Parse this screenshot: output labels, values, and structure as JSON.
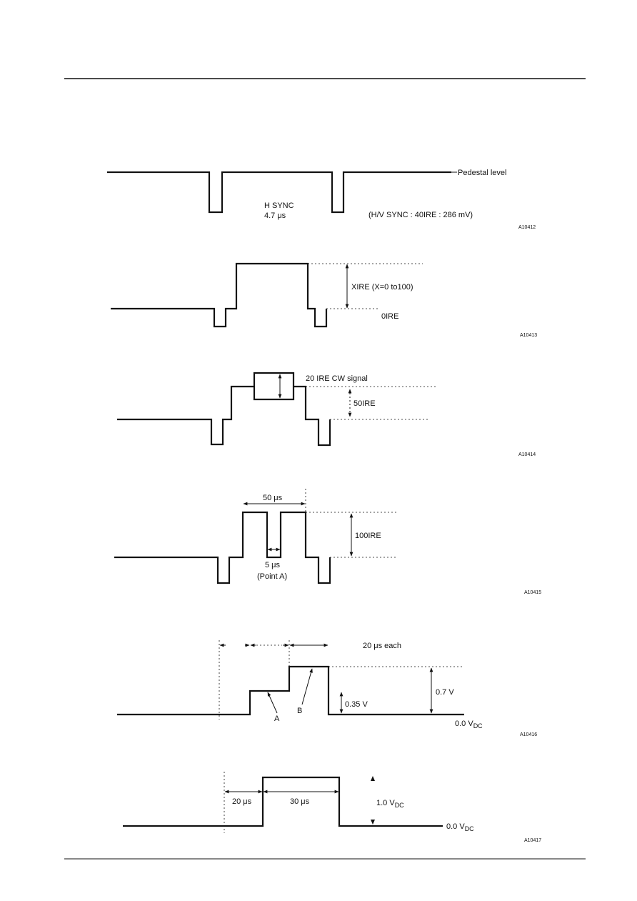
{
  "fig1": {
    "pedestal": "Pedestal level",
    "hsync": "H SYNC",
    "hsync_width": "4.7 μs",
    "hv_sync": "(H/V SYNC : 40IRE : 286 mV)",
    "code": "A10412"
  },
  "fig2": {
    "xire": "XIRE  (X=0 to100)",
    "zero": "0IRE",
    "code": "A10413"
  },
  "fig3": {
    "cw": "20 IRE CW signal",
    "level": "50IRE",
    "code": "A10414"
  },
  "fig4": {
    "width": "50 μs",
    "level": "100IRE",
    "gap": "5 μs",
    "point": "(Point A)",
    "code": "A10415"
  },
  "fig5": {
    "each": "20 μs each",
    "v1": "0.7 V",
    "v2": "0.35 V",
    "a": "A",
    "b": "B",
    "zero_main": "0.0 V",
    "zero_sub": "DC",
    "code": "A10416"
  },
  "fig6": {
    "t1": "20 μs",
    "t2": "30 μs",
    "v_main": "1.0 V",
    "v_sub": "DC",
    "zero_main": "0.0 V",
    "zero_sub": "DC",
    "code": "A10417"
  }
}
